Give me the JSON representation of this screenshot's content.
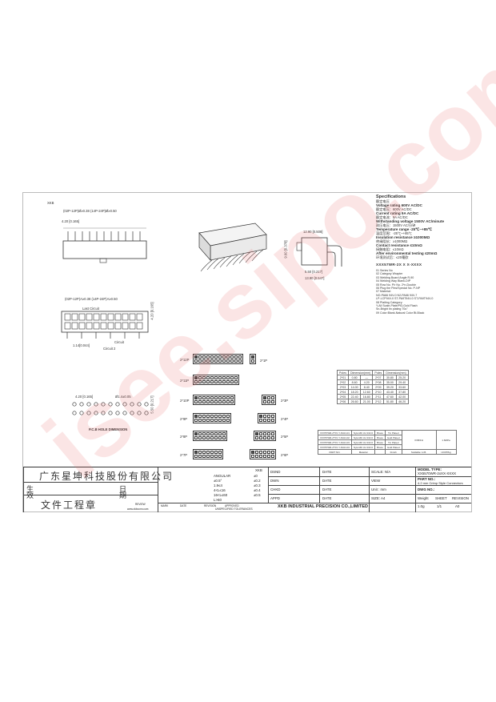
{
  "sheet": {
    "logo_tag": "XKB"
  },
  "drawing_dims": {
    "top_rows": "(02P-12P)Ø≥0.38\n(14P-24P)Ø≥0.50",
    "pitch": "4.20 [0.165]",
    "side_w": "12.90 [0.508]",
    "side_h": "9.60 [0.378]",
    "side_a": "5.50 [0.217]",
    "side_b": "13.90 [0.547]",
    "mid_rows": "(02P-12P)A≥0.38\n(14P-24P)A≥0.50",
    "last_circuit": "Last Circuit",
    "circuit2": "Circuit 2",
    "circuit": "Circuit",
    "pitch_small": "1.14[0.044]",
    "height_mid": "4.20 [0.165]",
    "pcb_pitch": "4.20 [0.165]",
    "pcb_hole": "Ø1.4±0.05",
    "pcb_height": "5.50 [0.217]",
    "pcb_title": "P.C.B HOLE DIMENSION"
  },
  "spec": {
    "title": "Specifications",
    "lines": [
      "额定电压",
      "Voltage rating 600V AC/DC",
      "额定电压：600V AC/DC",
      "Current rating 9A AC/DC",
      "额定电流：9A AC/DC",
      "Withstanding voltage 1500V AC/minute",
      "耐压电压：1500V AC/分钟",
      "Temperature range -25℃~+85℃",
      "温度范围：-25℃~+85℃",
      "Insulation resistance ≥1000MΩ",
      "绝缘阻抗：≥1000MΩ",
      "Contact resistance ≤10mΩ",
      "接触电阻：≤10mΩ",
      "After environmental testing ≤20mΩ",
      "环境测试后：≤20毫欧"
    ],
    "part_code": "XXX57WR-2X X X-XXXX",
    "codes": [
      "01  Series No",
      "02  Category Wrapter",
      "03  Welding Board Angle R-90",
      "04  Welding Way  Blank-DIP",
      "05  Row No. P/r No.  2*n-Double",
      "06  Plug the Pins/Special No. P-NP",
      "07  Material:",
      "      NO-PA66 94V-0 N2-PA66 94V-7",
      "      LP-LCP94V-0 ST-PA9T94V-0 ST-PA9T94V-0",
      "08  Plaiting Category:",
      "      Y-All Scale-Plate/Pt3-Gold Flash",
      "      Sn-Bright tin plating 70u\"",
      "09  Color:Blank-Natural Color Bt-Black"
    ]
  },
  "connectors_left": [
    "2*12P",
    "2*11P",
    "2*10P",
    "2*9P",
    "2*8P",
    "2*7P"
  ],
  "connectors_right": [
    "2*1P",
    "2*3P",
    "2*4P",
    "2*5P",
    "2*6P"
  ],
  "dim_table": {
    "header_left": [
      "Poles",
      "Dimension(mm)",
      ""
    ],
    "header_right": [
      "Poles",
      "Dimension(mm)",
      ""
    ],
    "rows": [
      [
        "2*01",
        "0.80",
        "—",
        "2*07",
        "30.80",
        "25.20"
      ],
      [
        "2*02",
        "8.60",
        "4.20",
        "2*08",
        "35.00",
        "29.40"
      ],
      [
        "2*03",
        "14.00",
        "8.40",
        "2*09",
        "39.20",
        "33.60"
      ],
      [
        "2*04",
        "18.20",
        "12.60",
        "2*10",
        "43.40",
        "37.80"
      ],
      [
        "2*05",
        "22.40",
        "16.80",
        "2*11",
        "47.60",
        "42.00"
      ],
      [
        "2*06",
        "26.60",
        "21.00",
        "2*12",
        "51.80",
        "46.20"
      ]
    ]
  },
  "material_table": {
    "rows": [
      [
        "XXX57WR-2*XX-Y-NGN-01",
        "Nylon66 UL 94V-0",
        "Brass",
        "Tin Plated"
      ],
      [
        "XXX57WR-2*XX-Y-NGN-02",
        "Nylon66 UL 94V-0",
        "Brass",
        "Gold Plated"
      ],
      [
        "XXX57WR-2*XX-Y-NGN-03",
        "Nylon66 UL 94V-0",
        "Brass",
        "Tin Plated"
      ],
      [
        "XXX57WR-2*XX-Y-NGN-04",
        "Nylon66 UL 94V-0",
        "Brass",
        "Gold Plated"
      ],
      [
        "PART NO.",
        "Material",
        "",
        "Finish"
      ]
    ],
    "side1": "XXB/FH",
    "side2": "1.6MPa",
    "side3": "UCP/Pkg",
    "footer": "Soldable: H.B."
  },
  "title_block": {
    "company_cn": "广东星坤科技股份有限公司",
    "row_left": [
      "生",
      "日"
    ],
    "row_left2": [
      "效",
      "期"
    ],
    "doc_stamp": "文件工程章",
    "xkb": "XKB",
    "angular": "ANGULAR",
    "tol_vals": [
      "±0",
      "±0.2",
      "±0.3",
      "±0.4",
      "±0.5"
    ],
    "tol_ranges": [
      "",
      "1.9≤4",
      "4<L≤16",
      "16<L≤60",
      "L>60"
    ],
    "ang_val": "±0.5°",
    "dsnd": "DSND",
    "dwn": "DWN",
    "chkd": "CHKD",
    "appd": "APPD",
    "date": "DATE",
    "scale": "SCALE: N/A",
    "model_type_label": "MODEL TYPE:",
    "model_type": "XX5570WR-2xXX-XXXX",
    "view_label": "VIEW",
    "part_no_label": "PART NO.:",
    "part_no": "4.2 mm Crimp Style Connectors",
    "unit": "Unit : mm",
    "dwg_no": "DWG NO.:",
    "size": "SIZE: A4",
    "weight_label": "Weight",
    "weight": "1.0g",
    "sheet_label": "SHEET",
    "sheet": "1/1",
    "revision_label": "REVISION",
    "revision": "A0",
    "company_en": "XKB INDUSTRIAL PRECISION CO.,LIMITED",
    "bottom_tol": "UNSPECIFIED TOLERANCES",
    "rev_cols": [
      "MARK",
      "REVISION",
      "DATE",
      "REVIEW",
      "APPROVED"
    ],
    "url": "www.xkbconn.com"
  },
  "watermark": "isee.sipo.com"
}
